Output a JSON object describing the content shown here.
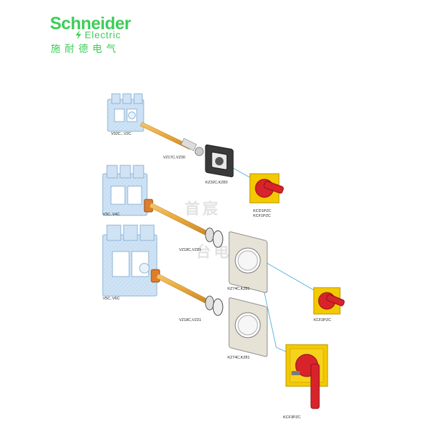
{
  "logo": {
    "brand": "Schneider",
    "sub": "Electric",
    "chinese": "施耐德电气",
    "color": "#3dcd58"
  },
  "watermark": {
    "line1": "首宸",
    "line2": "台电"
  },
  "labels": {
    "v02c": "V02C...V2C",
    "vz17c": "VZ17C,VZ30",
    "kz32c": "KZ32C,KZ83",
    "kcd1": "KCD1PZC",
    "kcf1": "KCF1PZC",
    "v3c": "V3C..V4C",
    "vz18c_a": "VZ18C,VZ31",
    "kz74c_a": "KZ74C,KZ81",
    "kcf2": "KCF2PZC",
    "v5c": "V5C..V6C",
    "vz18c_b": "VZ18C,VZ31",
    "kz74c_b": "KZ74C,KZ81",
    "kcf3": "KCF3PZC"
  },
  "colors": {
    "switch_body": "#cfe3f5",
    "switch_line": "#8fb3d6",
    "shaft": "#e9a83a",
    "handle_red": "#d9232b",
    "handle_yellow": "#f3c900",
    "bezel_dark": "#3a3a3a",
    "plate": "#e6e2d6",
    "leader": "#3aa6d8"
  }
}
